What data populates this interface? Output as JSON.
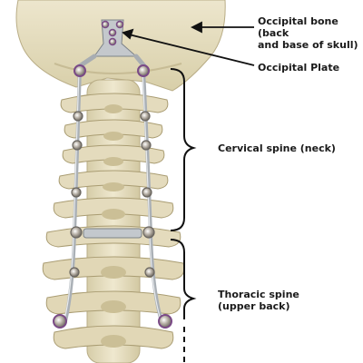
{
  "labels": {
    "occipital_bone": "Occipital bone (back\nand base of skull)",
    "occipital_plate": "Occipital Plate",
    "cervical_spine": "Cervical spine (neck)",
    "thoracic_spine": "Thoracic spine\n(upper back)"
  },
  "colors": {
    "bone": "#e7dfc3",
    "bone_shade": "#c8bd96",
    "metal": "#b7bcc1",
    "screw_purple": "#7a4a86",
    "text": "#1a1a1a"
  }
}
